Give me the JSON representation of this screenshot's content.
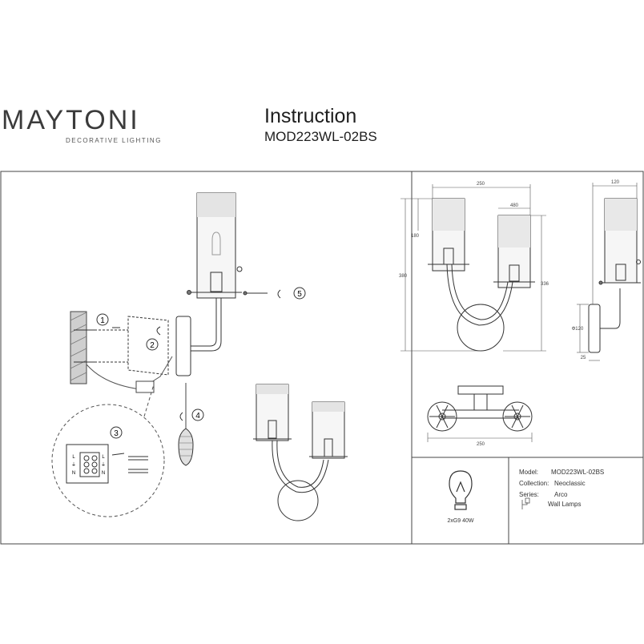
{
  "brand": {
    "name": "MAYTONI",
    "tagline": "DECORATIVE LIGHTING"
  },
  "doc": {
    "title": "Instruction",
    "model_code": "MOD223WL-02BS"
  },
  "steps": [
    "1",
    "2",
    "3",
    "4",
    "5"
  ],
  "dimensions": {
    "front_width": "250",
    "shade_width": "480",
    "shade_height": "180",
    "total_height": "380",
    "arm_height": "336",
    "side_depth": "120",
    "backplate_height": "Ф120",
    "backplate_depth": "25",
    "top_width": "250"
  },
  "bulb": {
    "spec": "2xG9 40W"
  },
  "specs": {
    "model_label": "Model:",
    "model_value": "MOD223WL-02BS",
    "collection_label": "Collection:",
    "collection_value": "Neoclassic",
    "series_label": "Series:",
    "series_value": "Arco",
    "type_value": "Wall Lamps"
  },
  "connector": {
    "left_top": "L",
    "left_mid": "⏚",
    "left_bottom": "N",
    "right_top": "L",
    "right_mid": "⏚",
    "right_bottom": "N"
  }
}
